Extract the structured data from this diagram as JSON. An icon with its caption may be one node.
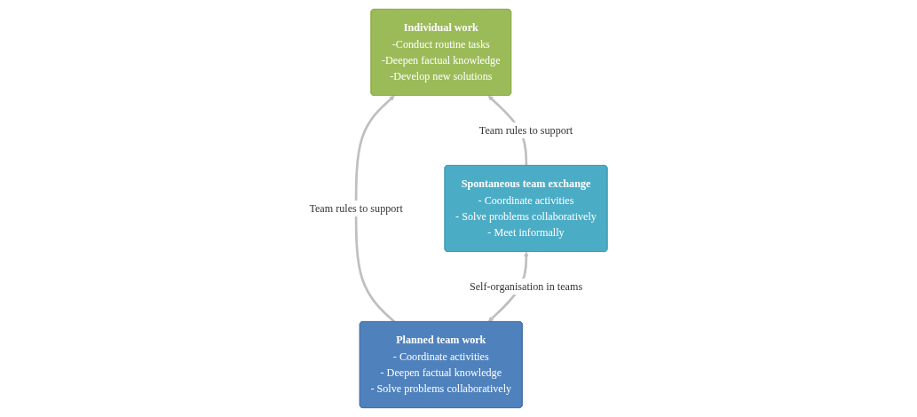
{
  "diagram": {
    "nodes": [
      {
        "text": [
          "Individual work",
          "-Conduct routine tasks",
          "-Deepen factual knowledge",
          "-Develop new solutions"
        ]
      },
      {
        "text": [
          "Planned team work",
          "- Coordinate activities",
          "- Deepen factual knowledge",
          "- Solve problems collaboratively"
        ]
      },
      {
        "text": [
          "Spontaneous team exchange",
          "- Coordinate activities",
          "- Solve problems collaboratively",
          "- Meet informally"
        ]
      }
    ],
    "edges": [
      {
        "from": 1,
        "to": 0,
        "arrow": "to",
        "label": "Team rules to support"
      },
      {
        "from": 2,
        "to": 0,
        "arrow": "to",
        "label": "Team rules to support"
      },
      {
        "from": 1,
        "to": 2,
        "arrow": "both",
        "label": "Self-organisation in teams"
      }
    ]
  }
}
